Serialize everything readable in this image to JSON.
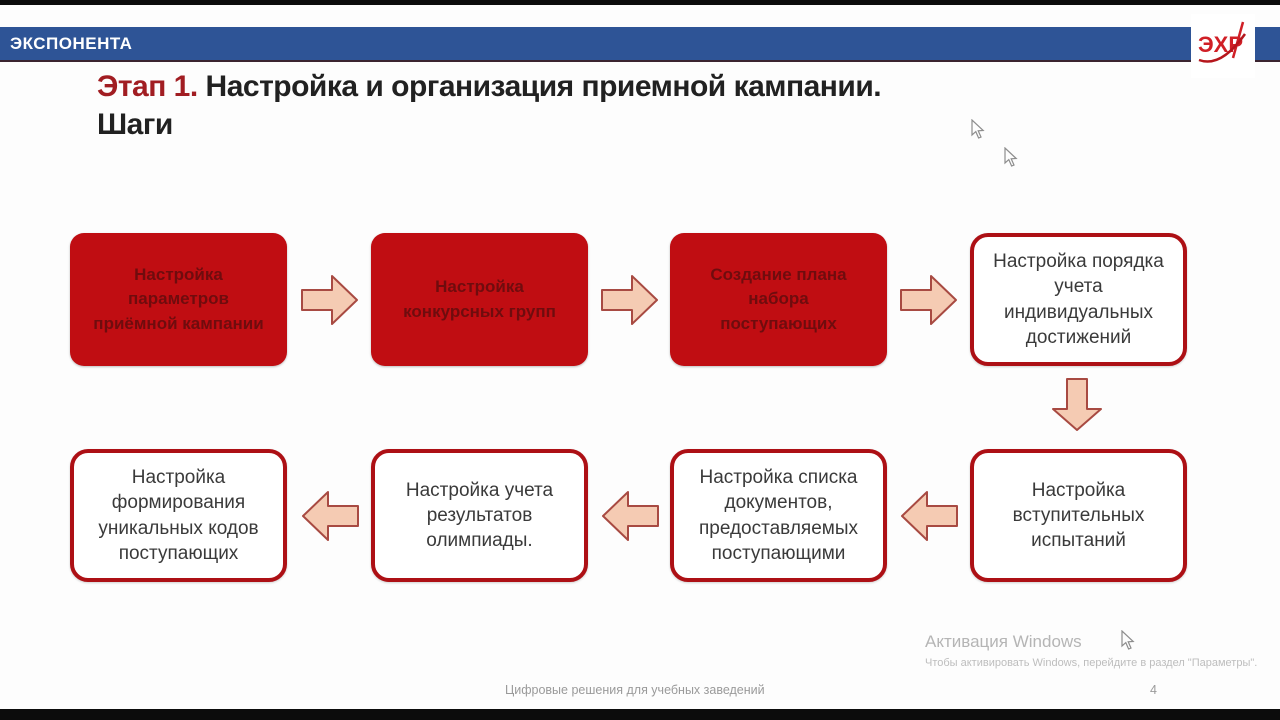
{
  "header": {
    "brand": "ЭКСПОНЕНТА",
    "logo_text": "ЭXP",
    "colors": {
      "bar_blue": "#2e5496",
      "logo_red": "#d01f26"
    }
  },
  "title": {
    "prefix": "Этап 1.",
    "line1": " Настройка и организация приемной кампании.",
    "line2": "Шаги",
    "prefix_color": "#a11d22"
  },
  "flow": {
    "steps": [
      {
        "label": "Настройка параметров приёмной кампании",
        "style": "filled"
      },
      {
        "label": "Настройка конкурсных групп",
        "style": "filled"
      },
      {
        "label": "Создание плана набора поступающих",
        "style": "filled"
      },
      {
        "label": "Настройка порядка учета индивидуальных достижений",
        "style": "outline"
      },
      {
        "label": "Настройка вступительных испытаний",
        "style": "outline"
      },
      {
        "label": "Настройка списка документов, предоставляемых поступающими",
        "style": "outline"
      },
      {
        "label": "Настройка учета результатов олимпиады.",
        "style": "outline"
      },
      {
        "label": "Настройка формирования уникальных кодов поступающих",
        "style": "outline"
      }
    ],
    "colors": {
      "filled_box": "#c00d12",
      "filled_text": "#6f0c0e",
      "outline_border": "#ad1015",
      "arrow_fill": "#f5cbb3",
      "arrow_stroke": "#a84a42"
    }
  },
  "watermark": {
    "line1": "Активация Windows",
    "line2": "Чтобы активировать Windows, перейдите в раздел \"Параметры\"."
  },
  "footer": {
    "caption": "Цифровые решения для учебных заведений",
    "page": "4"
  }
}
